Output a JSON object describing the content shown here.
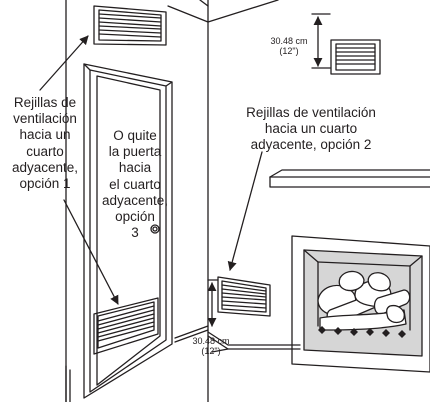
{
  "colors": {
    "line": "#231f20",
    "fireplace_interior": "#d6d6d6",
    "log_fill": "#ffffff"
  },
  "labels": {
    "option1": [
      "Rejillas de",
      "ventilación",
      "hacia un",
      "cuarto",
      "adyacente,",
      "opción 1"
    ],
    "option2": [
      "Rejillas de ventilación",
      "hacia un cuarto",
      "adyacente, opción 2"
    ],
    "option3": [
      "O quite",
      "la puerta",
      "hacia",
      "el cuarto",
      "adyacente,",
      "opción",
      "3"
    ],
    "dim_top": [
      "30.48 cm",
      "(12\")"
    ],
    "dim_bottom": [
      "30.48 cm",
      "(12\")"
    ]
  }
}
